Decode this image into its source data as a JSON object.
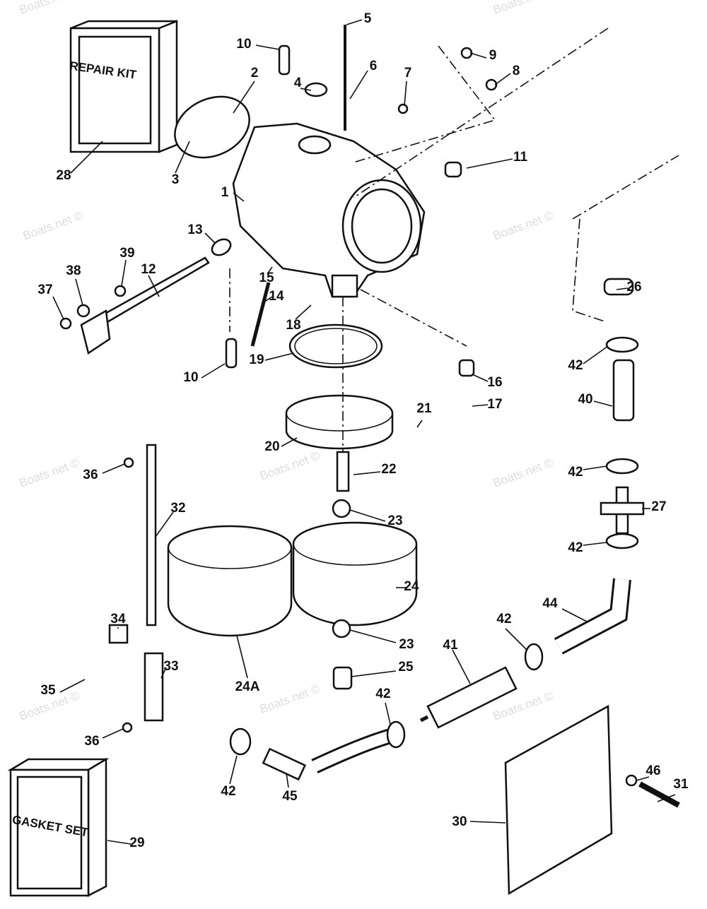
{
  "watermark": "Boats.net ©",
  "kits": {
    "repair_kit": "REPAIR KIT",
    "gasket_set": "GASKET SET"
  },
  "callouts": [
    "5",
    "10",
    "6",
    "9",
    "2",
    "4",
    "7",
    "8",
    "28",
    "3",
    "11",
    "1",
    "13",
    "39",
    "12",
    "38",
    "37",
    "15",
    "14",
    "18",
    "26",
    "42",
    "10",
    "19",
    "16",
    "17",
    "40",
    "21",
    "20",
    "36",
    "22",
    "42",
    "27",
    "32",
    "23",
    "24",
    "42",
    "44",
    "42",
    "34",
    "41",
    "23",
    "33",
    "24A",
    "25",
    "35",
    "42",
    "36",
    "46",
    "31",
    "42",
    "45",
    "30",
    "29"
  ]
}
